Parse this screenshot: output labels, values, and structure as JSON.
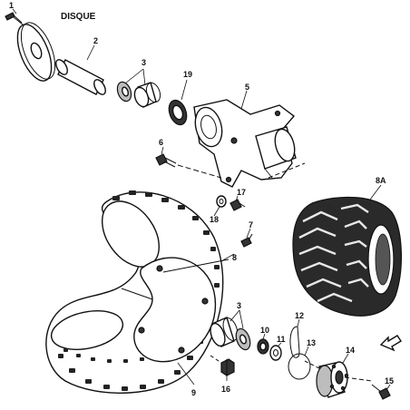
{
  "diagram": {
    "title": "DISQUE",
    "callouts": [
      "1",
      "2",
      "3",
      "19",
      "5",
      "6",
      "17",
      "18",
      "7",
      "8",
      "8A",
      "3",
      "10",
      "11",
      "12",
      "13",
      "14",
      "15",
      "16",
      "9"
    ]
  },
  "colors": {
    "ink": "#111111",
    "tire": "#2a2a2a",
    "paper": "#ffffff"
  }
}
